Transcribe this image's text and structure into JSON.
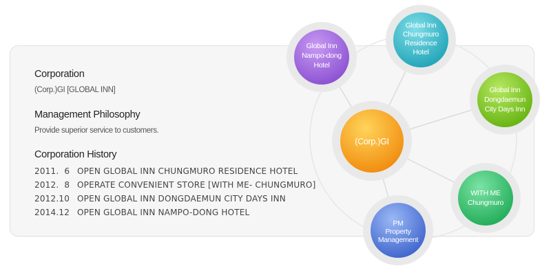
{
  "info": {
    "corporation": {
      "title": "Corporation",
      "text": "(Corp.)GI [GLOBAL INN]"
    },
    "philosophy": {
      "title": "Management Philosophy",
      "text": "Provide superior service to customers."
    },
    "history": {
      "title": "Corporation History",
      "rows": [
        {
          "date": "2011.  6",
          "event": "OPEN GLOBAL INN CHUNGMURO RESIDENCE HOTEL"
        },
        {
          "date": "2012.  8",
          "event": "OPERATE CONVENIENT STORE [WITH ME- CHUNGMURO]"
        },
        {
          "date": "2012.10",
          "event": "OPEN GLOBAL INN DONGDAEMUN CITY DAYS INN"
        },
        {
          "date": "2014.12",
          "event": "OPEN GLOBAL INN NAMPO-DONG HOTEL"
        }
      ]
    }
  },
  "diagram": {
    "center": {
      "label": "(Corp.)GI",
      "color": "#f6a11a"
    },
    "nodes": [
      {
        "lines": [
          "Global Inn",
          "Nampo-dong",
          "Hotel"
        ],
        "color": "#9a64da"
      },
      {
        "lines": [
          "Global Inn",
          "Chungmuro",
          "Residence",
          "Hotel"
        ],
        "color": "#33b2c4"
      },
      {
        "lines": [
          "Global Inn",
          "Dongdaemun",
          "City Days Inn"
        ],
        "color": "#7cc41e"
      },
      {
        "lines": [
          "WITH ME",
          "Chungmuro"
        ],
        "color": "#2fbc6a"
      },
      {
        "lines": [
          "PM",
          "Property",
          "Management"
        ],
        "color": "#4f79d8"
      }
    ]
  }
}
